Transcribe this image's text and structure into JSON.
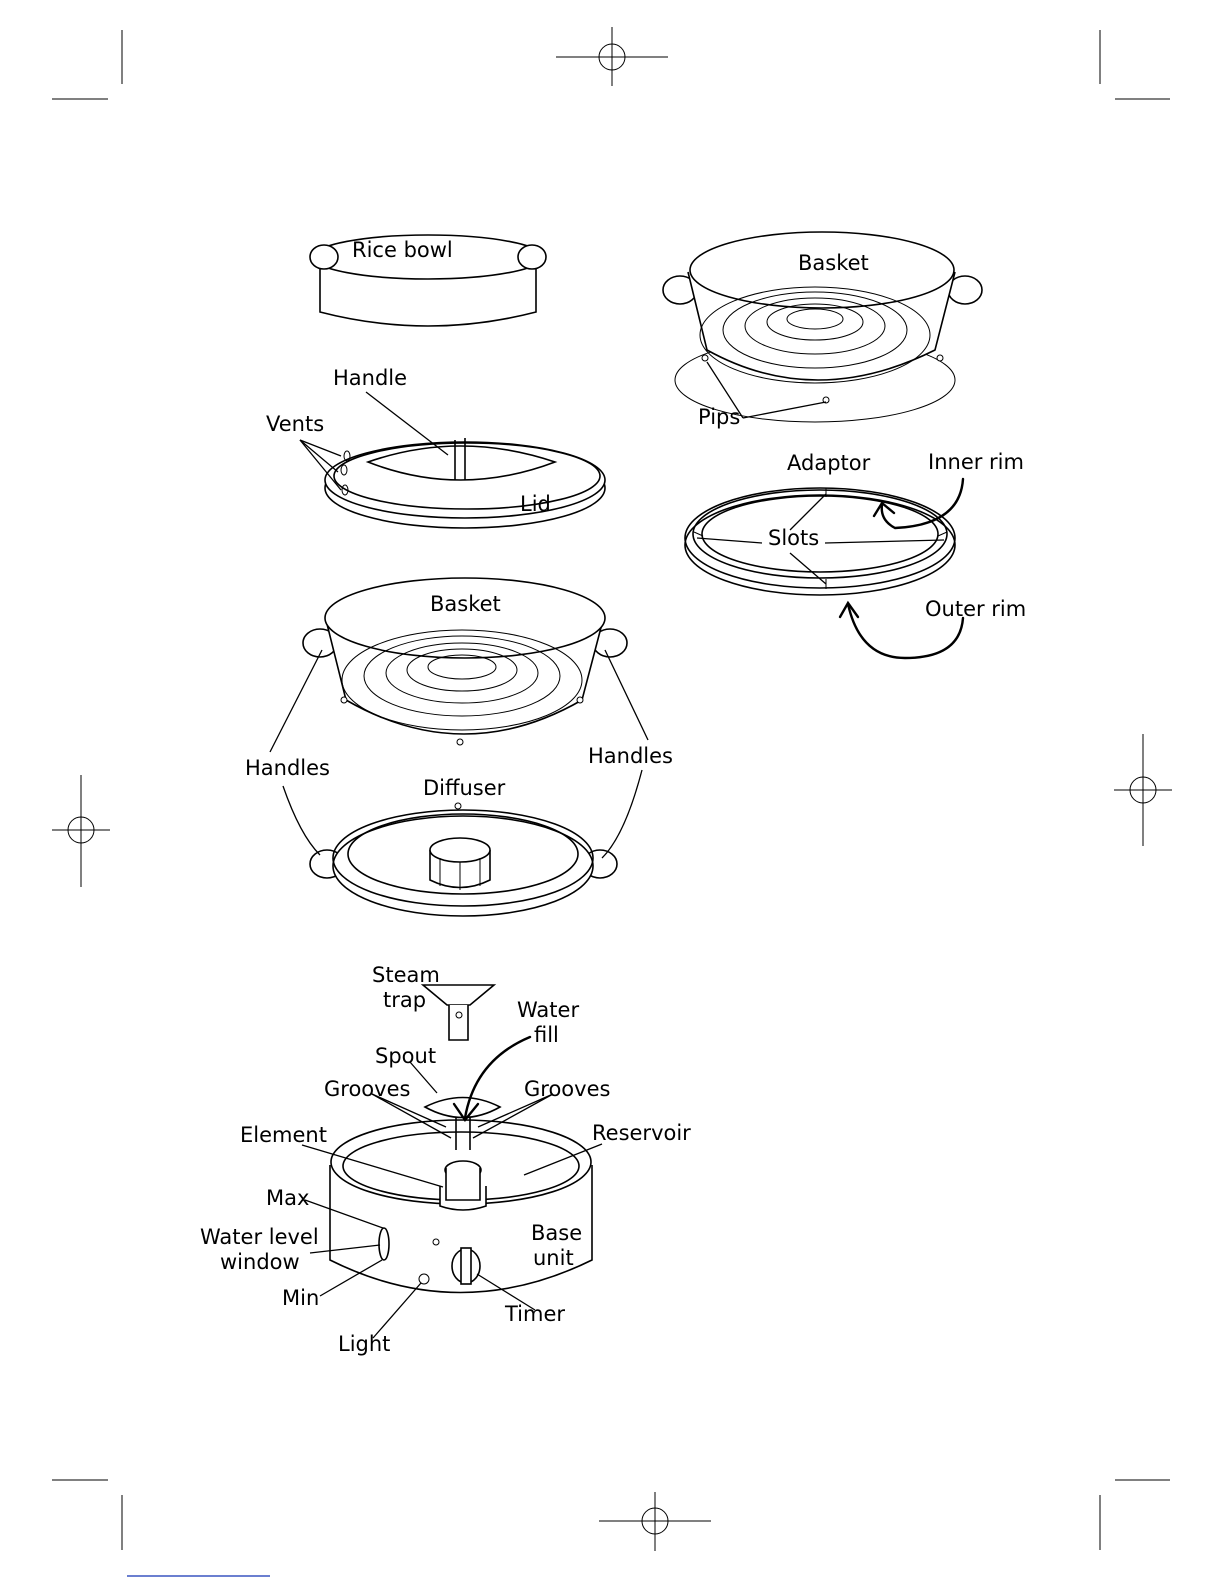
{
  "labels": {
    "rice_bowl": "Rice bowl",
    "handle": "Handle",
    "vents": "Vents",
    "lid": "Lid",
    "basket_top": "Basket",
    "pips": "Pips",
    "adaptor": "Adaptor",
    "inner_rim": "Inner rim",
    "slots": "Slots",
    "outer_rim": "Outer rim",
    "basket_mid": "Basket",
    "handles_left": "Handles",
    "handles_right": "Handles",
    "diffuser": "Diffuser",
    "steam_trap_1": "Steam",
    "steam_trap_2": "trap",
    "water_fill_1": "Water",
    "water_fill_2": "fill",
    "spout": "Spout",
    "grooves_left": "Grooves",
    "grooves_right": "Grooves",
    "element": "Element",
    "reservoir": "Reservoir",
    "max": "Max",
    "water_level_1": "Water level",
    "water_level_2": "window",
    "base_unit_1": "Base",
    "base_unit_2": "unit",
    "min": "Min",
    "timer": "Timer",
    "light": "Light"
  },
  "colors": {
    "line": "#000000",
    "background": "#ffffff",
    "footer_rule": "#3a55c0"
  }
}
